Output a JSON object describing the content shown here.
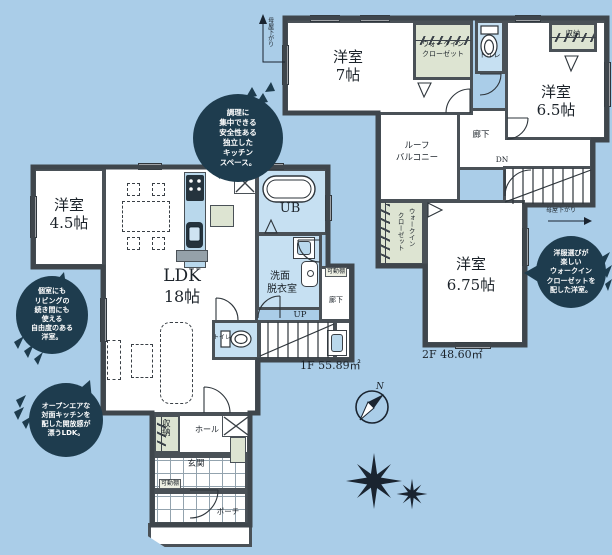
{
  "palette": {
    "background": "#aacde8",
    "wall": "#4a5157",
    "wet_room": "#c6e0f2",
    "closet": "#dde4d2",
    "callout_bubble": "#1e3c4e",
    "text": "#1c232a"
  },
  "floor1": {
    "area_label": "1F 55.89㎡",
    "room45": {
      "name": "洋室",
      "size": "4.5帖"
    },
    "ldk": {
      "name": "LDK",
      "size": "18帖"
    },
    "bath": "UB",
    "washroom": {
      "line1": "洗面",
      "line2": "脱衣室"
    },
    "toilet": "トイレ",
    "stairs_up": "UP",
    "corridor": "廊下",
    "shelf": "可動棚",
    "storage": "収納",
    "hall": "ホール",
    "entrance": "玄関",
    "entrance_shelf": "可動棚",
    "porch": "ポーチ"
  },
  "floor2": {
    "area_label": "2F 48.60㎡",
    "room7": {
      "name": "洋室",
      "size": "7帖"
    },
    "wic_top": {
      "line1": "ウォークイン",
      "line2": "クローゼット"
    },
    "toilet": "トイレ",
    "storage": "収納",
    "room65": {
      "name": "洋室",
      "size": "6.5帖"
    },
    "balcony": {
      "line1": "ルーフ",
      "line2": "バルコニー"
    },
    "corridor": "廊下",
    "stairs_down": "DN",
    "wic_left": {
      "line1": "ウォークイン",
      "line2": "クローゼット"
    },
    "room675": {
      "name": "洋室",
      "size": "6.75帖"
    },
    "moya_top": "母屋下がり",
    "moya_right": "母屋下がり"
  },
  "bubbles": {
    "kitchen": {
      "lines": [
        "調理に",
        "集中できる",
        "安全性ある",
        "独立した",
        "キッチン",
        "スペース。"
      ]
    },
    "flex_room": {
      "lines": [
        "個室にも",
        "リビングの",
        "続き間にも",
        "使える",
        "自由度のある",
        "洋室。"
      ]
    },
    "ldk": {
      "lines": [
        "オープンエアな",
        "対面キッチンを",
        "配した開放感が",
        "漂うLDK。"
      ]
    },
    "wic": {
      "lines": [
        "洋服選びが",
        "楽しい",
        "ウォークイン",
        "クローゼットを",
        "配した洋室。"
      ]
    }
  },
  "compass": {
    "north": "N"
  }
}
